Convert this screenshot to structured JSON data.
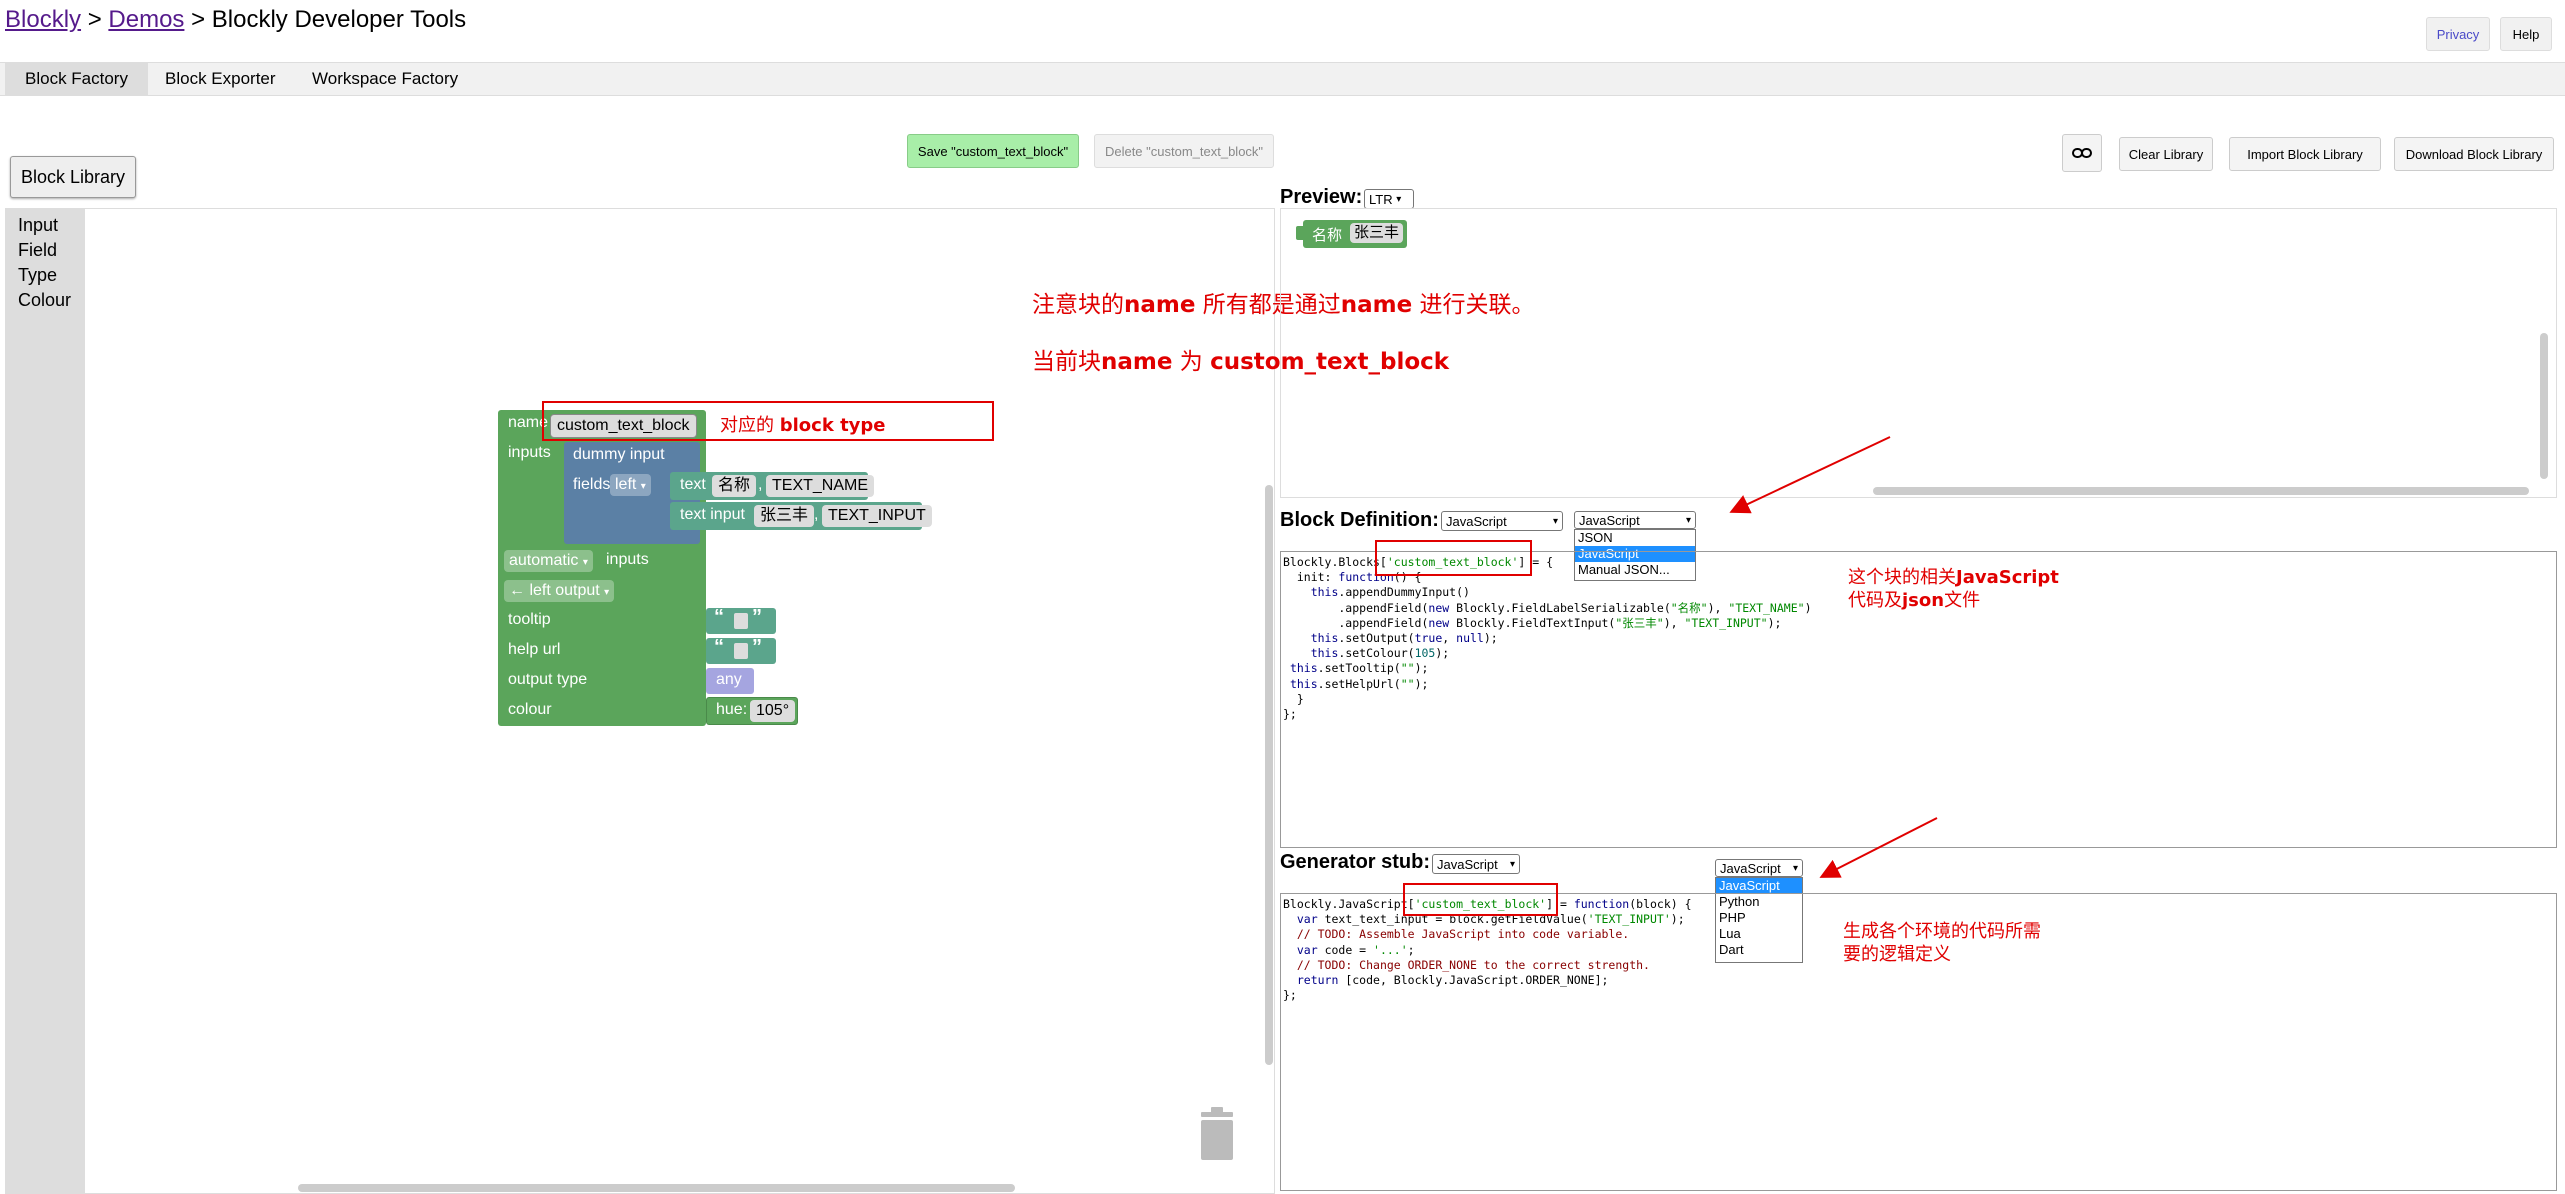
{
  "header": {
    "crumb_home": "Blockly",
    "crumb_sep1": ">",
    "crumb_demos": "Demos",
    "crumb_sep2": ">",
    "crumb_current": "Blockly Developer Tools",
    "privacy": "Privacy",
    "help": "Help"
  },
  "tabs": [
    "Block Factory",
    "Block Exporter",
    "Workspace Factory"
  ],
  "toolbar": {
    "block_library": "Block Library",
    "save": "Save \"custom_text_block\"",
    "delete": "Delete \"custom_text_block\"",
    "clear_library": "Clear Library",
    "import_library": "Import Block Library",
    "download_library": "Download Block Library"
  },
  "toolbox": [
    "Input",
    "Field",
    "Type",
    "Colour"
  ],
  "factory_block": {
    "name_label": "name",
    "name_value": "custom_text_block",
    "inputs_label": "inputs",
    "dummy_input": "dummy input",
    "fields_label": "fields",
    "align": "left",
    "text_label": "text",
    "text_value": "名称",
    "text_name": "TEXT_NAME",
    "text_input_label": "text input",
    "text_input_value": "张三丰",
    "text_input_name": "TEXT_INPUT",
    "inputs_mode": "automatic",
    "inputs_word": "inputs",
    "output": "← left output",
    "tooltip": "tooltip",
    "help_url": "help url",
    "output_type": "output type",
    "type_any": "any",
    "colour": "colour",
    "hue_label": "hue:",
    "hue_value": "105°"
  },
  "annotations": {
    "block_type_pre": "对应的 ",
    "block_type_bold": "block type",
    "note1_a": "注意块的",
    "note1_b": "name",
    "note1_c": "  所有都是通过",
    "note1_d": "name",
    "note1_e": " 进行关联。",
    "note2_a": "当前块",
    "note2_b": "name",
    "note2_c": " 为 ",
    "note2_d": "custom_text_block",
    "def_note1_a": "这个块的相关",
    "def_note1_b": "JavaScript",
    "def_note2_a": "代码及",
    "def_note2_b": "json",
    "def_note2_c": "文件",
    "gen_note1": "生成各个环境的代码所需",
    "gen_note2": "要的逻辑定义"
  },
  "preview": {
    "label": "Preview:",
    "direction": "LTR",
    "block_label": "名称",
    "block_value": "张三丰"
  },
  "definition": {
    "label": "Block Definition:",
    "format": "JavaScript",
    "format2": "JavaScript",
    "options": [
      "JSON",
      "JavaScript",
      "Manual JSON..."
    ]
  },
  "generator": {
    "label": "Generator stub:",
    "language": "JavaScript",
    "language2": "JavaScript",
    "options": [
      "JavaScript",
      "Python",
      "PHP",
      "Lua",
      "Dart"
    ]
  },
  "colors": {
    "block_green": "#5ba55b",
    "block_blue": "#5b80a5",
    "field_teal": "#5ba58c",
    "save_green": "#a8eea8",
    "annotation_red": "#e00000"
  }
}
